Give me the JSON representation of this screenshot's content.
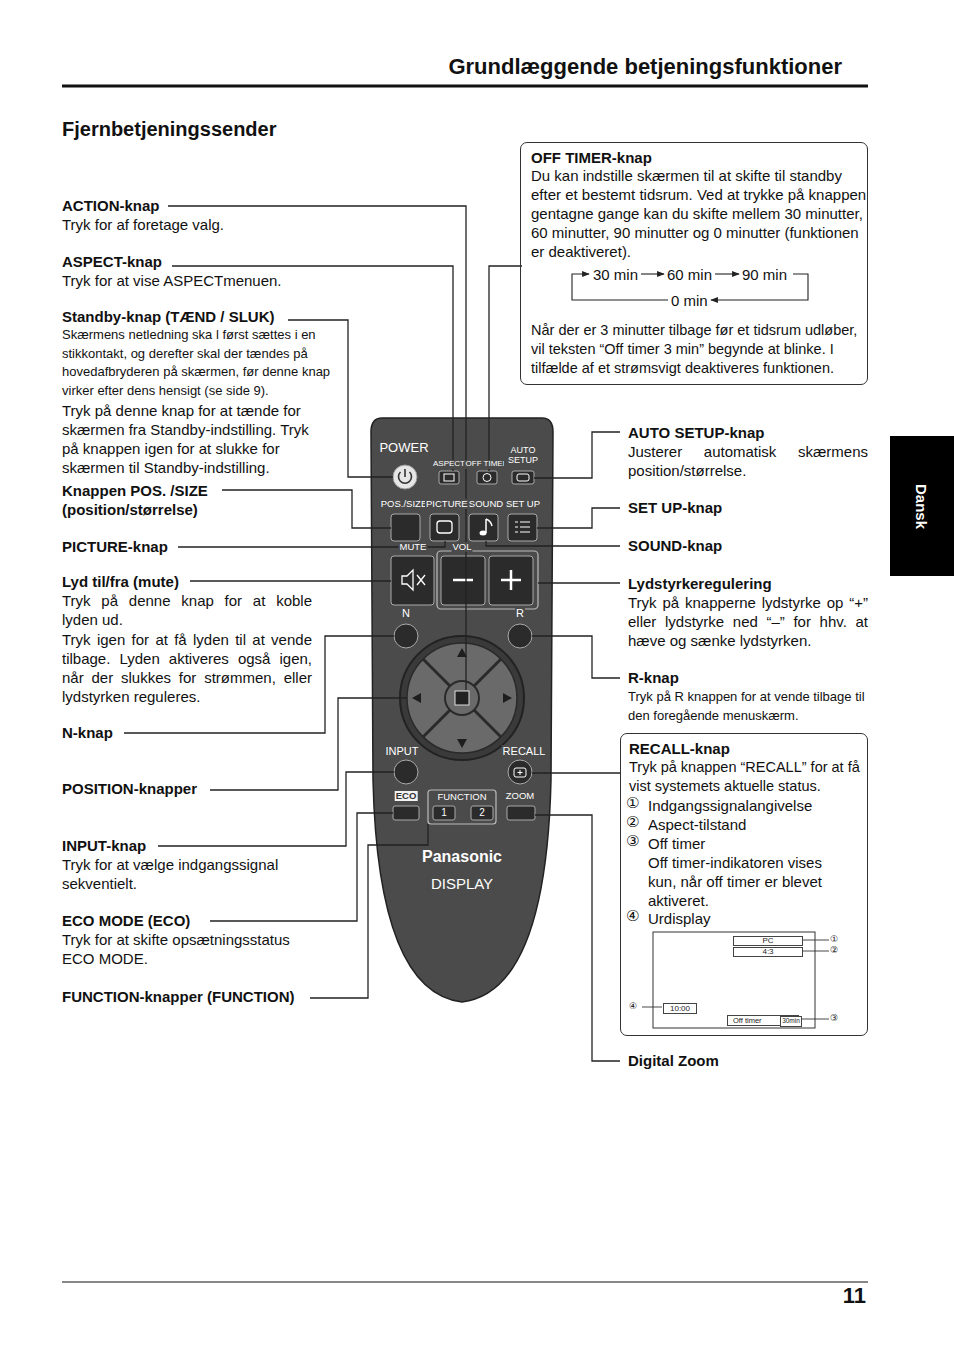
{
  "diagram": {
    "title": "Grundlæggende betjeningsfunktioner",
    "nodes": [
      {
        "text": [
          "OFF TIMER-knap",
          "Du kan indstille skærmen til at skifte til standby efter et bestemt tidsrum. Ved at trykke på knappen gentagne gange kan du skifte mellem 30 minutter, 60 minutter, 90 minutter og 0 minutter (funktionen er deaktiveret).",
          "Når der er 3 minutter tilbage før et tidsrum udløber, vil teksten “Off timer 3 min” begynde at blinke. I tilfælde af et strømsvigt deaktiveres funktionen."
        ]
      },
      {
        "text": [
          "RECALL-knap",
          "Tryk på knappen “RECALL” for at få vist systemets aktuelle status.",
          "Indgangssignalangivelse",
          "Aspect-tilstand",
          "Off timer",
          "Off timer-indikatoren vises kun, når off timer er blevet aktiveret.",
          "Urdisplay"
        ]
      },
      {
        "text": [
          "PC"
        ],
        "in": 1
      },
      {
        "text": [
          "4:3"
        ],
        "in": 1
      },
      {
        "text": [
          "10:00"
        ],
        "in": 1
      },
      {
        "text": [
          "Off timer"
        ],
        "in": 1
      },
      {
        "text": [
          "30min"
        ],
        "in": 5
      },
      {
        "text": [
          "Dansk"
        ]
      }
    ],
    "labels": [
      "Fjernbetjeningssender",
      "ACTION-knap",
      "Tryk for af foretage valg.",
      "ASPECT-knap",
      "Tryk for at vise ASPECTmenuen.",
      "Standby-knap (TÆND / SLUK)",
      "Skærmens netledning ska l først sættes i en stikkontakt, og derefter skal der tændes på hovedafbryderen på skærmen, før denne knap virker efter dens hensigt (se side 9).",
      "Tryk på denne knap for at tænde for skærmen fra Standby-indstilling. Tryk på knappen igen for at slukke for skærmen til Standby-indstilling.",
      "Knappen POS. /SIZE (position/størrelse)",
      "PICTURE-knap",
      "Lyd til/fra (mute)",
      "Tryk på denne knap for at koble lyden ud.",
      "Tryk igen for at få lyden til at vende tilbage. Lyden aktiveres også igen, når der slukkes for strømmen, eller lydstyrken reguleres.",
      "N-knap",
      "POSITION-knapper",
      "INPUT-knap",
      "Tryk for at vælge indgangssignal sekventielt.",
      "ECO MODE (ECO)",
      "Tryk for at skifte opsætningsstatus ECO MODE.",
      "FUNCTION-knapper (FUNCTION)",
      "30 min",
      "60 min",
      "90 min",
      "0 min",
      "AUTO SETUP-knap",
      "Justerer automatisk skærmens position/størrelse.",
      "SET UP-knap",
      "SOUND-knap",
      "Lydstyrkeregulering",
      "Tryk på knapperne lydstyrke op “+” eller lydstyrke ned “–” for hhv. at hæve og sænke lydstyrken.",
      "R-knap",
      "Tryk på R knappen for at vende tilbage til den foregående menuskærm.",
      "①",
      "②",
      "③",
      "④",
      "①",
      "②",
      "④",
      "③",
      "Digital Zoom",
      "POWER",
      "ASPECT",
      "OFF TIMER",
      "AUTO SETUP",
      "POS./SIZE",
      "PICTURE",
      "SOUND",
      "SET UP",
      "MUTE",
      "VOL",
      "N",
      "R",
      "INPUT",
      "RECALL",
      "ECO",
      "FUNCTION",
      "1",
      "2",
      "ZOOM",
      "Panasonic",
      "DISPLAY",
      "11"
    ]
  }
}
